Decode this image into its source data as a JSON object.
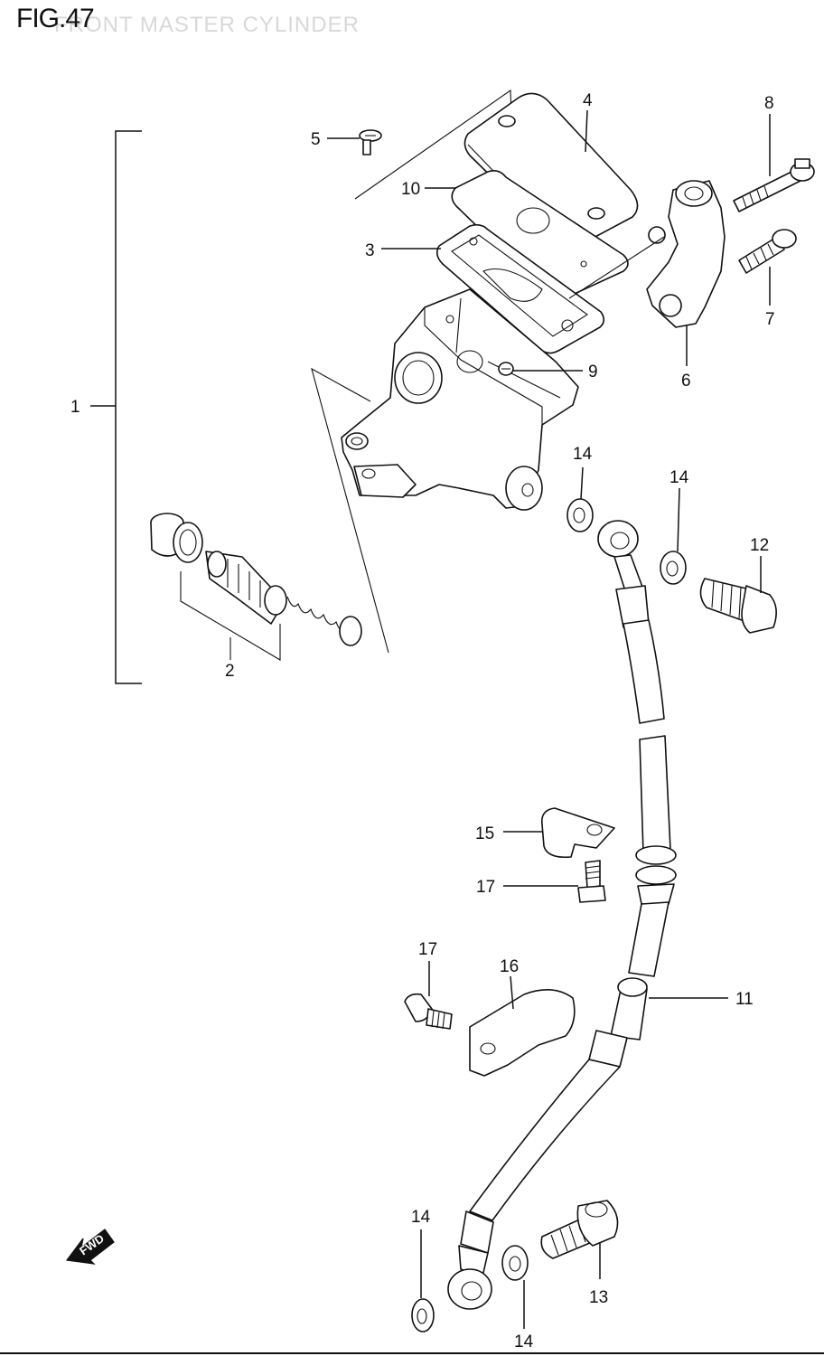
{
  "figure": {
    "title": "FIG.47",
    "subtitle": "FRONT MASTER CYLINDER"
  },
  "callouts": [
    {
      "id": "c1",
      "label": "1"
    },
    {
      "id": "c2",
      "label": "2"
    },
    {
      "id": "c3",
      "label": "3"
    },
    {
      "id": "c4",
      "label": "4"
    },
    {
      "id": "c5",
      "label": "5"
    },
    {
      "id": "c6",
      "label": "6"
    },
    {
      "id": "c7",
      "label": "7"
    },
    {
      "id": "c8",
      "label": "8"
    },
    {
      "id": "c9",
      "label": "9"
    },
    {
      "id": "c10",
      "label": "10"
    },
    {
      "id": "c11",
      "label": "11"
    },
    {
      "id": "c12",
      "label": "12"
    },
    {
      "id": "c13",
      "label": "13"
    },
    {
      "id": "c14a",
      "label": "14"
    },
    {
      "id": "c14b",
      "label": "14"
    },
    {
      "id": "c14c",
      "label": "14"
    },
    {
      "id": "c14d",
      "label": "14"
    },
    {
      "id": "c15",
      "label": "15"
    },
    {
      "id": "c16",
      "label": "16"
    },
    {
      "id": "c17a",
      "label": "17"
    },
    {
      "id": "c17b",
      "label": "17"
    }
  ],
  "direction_arrow": {
    "label": "FWD",
    "icon": "fwd-arrow-icon"
  }
}
